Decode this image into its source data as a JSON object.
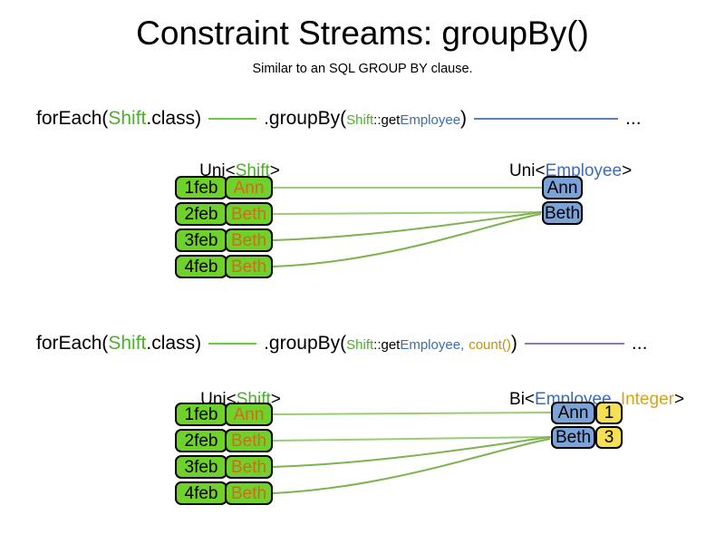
{
  "title": "Constraint Streams: groupBy()",
  "subtitle": "Similar to an SQL GROUP BY clause.",
  "stream1": {
    "foreach_prefix": "forEach(",
    "foreach_class": "Shift",
    "foreach_suffix": ".class)",
    "groupby_prefix": ".groupBy(",
    "arg_class": "Shift",
    "arg_method": "::get",
    "arg_type": "Employee",
    "groupby_suffix": ")",
    "ellipsis": "..."
  },
  "stream2": {
    "foreach_prefix": "forEach(",
    "foreach_class": "Shift",
    "foreach_suffix": ".class)",
    "groupby_prefix": ".groupBy(",
    "arg_class": "Shift",
    "arg_method": "::get",
    "arg_type": "Employee,",
    "arg_collector": "count()",
    "groupby_suffix": ")",
    "ellipsis": "..."
  },
  "diagram1": {
    "left_label": {
      "prefix": "Uni<",
      "type": "Shift",
      "suffix": ">"
    },
    "right_label": {
      "prefix": "Uni<",
      "type": "Employee",
      "suffix": ">"
    },
    "rows": [
      {
        "date": "1feb",
        "employee": "Ann"
      },
      {
        "date": "2feb",
        "employee": "Beth"
      },
      {
        "date": "3feb",
        "employee": "Beth"
      },
      {
        "date": "4feb",
        "employee": "Beth"
      }
    ],
    "groups": [
      {
        "employee": "Ann"
      },
      {
        "employee": "Beth"
      }
    ]
  },
  "diagram2": {
    "left_label": {
      "prefix": "Uni<",
      "type": "Shift",
      "suffix": ">"
    },
    "right_label": {
      "prefix": "Bi<",
      "type1": "Employee,",
      "type2": "Integer",
      "suffix": ">"
    },
    "rows": [
      {
        "date": "1feb",
        "employee": "Ann"
      },
      {
        "date": "2feb",
        "employee": "Beth"
      },
      {
        "date": "3feb",
        "employee": "Beth"
      },
      {
        "date": "4feb",
        "employee": "Beth"
      }
    ],
    "groups": [
      {
        "employee": "Ann",
        "count": "1"
      },
      {
        "employee": "Beth",
        "count": "3"
      }
    ]
  },
  "colors": {
    "accent_green": "#4FAD2D",
    "accent_blue": "#3D6CB4",
    "accent_orange": "#D2691E",
    "accent_gold": "#C79100",
    "box_green": "#6FD22B",
    "box_blue": "#7AA3D8",
    "box_yellow": "#F6DE55",
    "line_green_straight": "#9ACB79",
    "line_green_curved": "#7CB34F",
    "line_blue": "#5C7FB5",
    "line_purple": "#8E79AD",
    "line_green_bright": "#6CC83C"
  }
}
